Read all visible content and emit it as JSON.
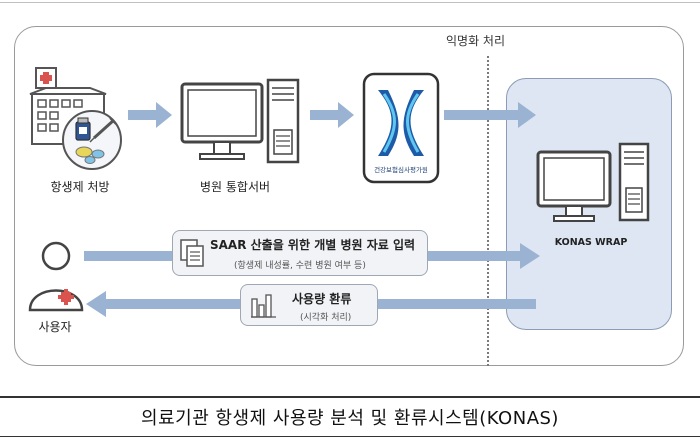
{
  "anonymization_label": "익명화 처리",
  "nodes": {
    "prescription": "항생제 처방",
    "hospital_server": "병원 통합서버",
    "hira_logo_text": "건강보험심사평가원",
    "konas": "KONAS WRAP",
    "user": "사용자"
  },
  "flows": {
    "input_title": "SAAR 산출을 위한 개별 병원 자료 입력",
    "input_sub": "(항생제 내성률, 수련 병원 여부 등)",
    "feedback_title": "사용량 환류",
    "feedback_sub": "(시각화 처리)"
  },
  "caption": "의료기관 항생제 사용량 분석 및 환류시스템(KONAS)",
  "colors": {
    "arrow": "#9bb3d3",
    "konas_bg": "#dde6f2",
    "hira_blue": "#1d5aa8"
  }
}
